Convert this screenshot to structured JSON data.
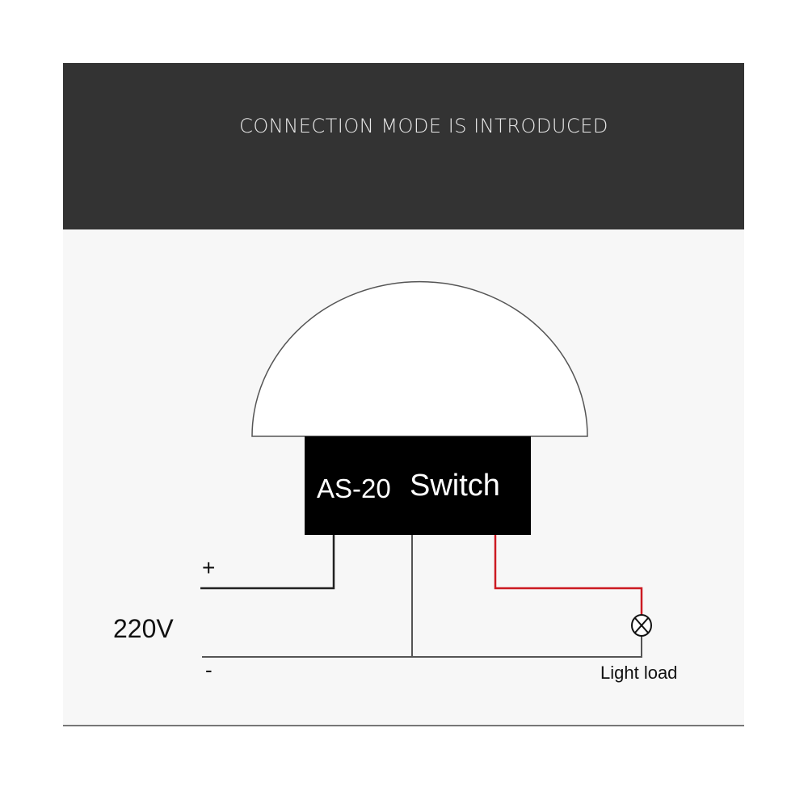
{
  "header": {
    "title": "CONNECTION MODE IS INTRODUCED"
  },
  "diagram": {
    "device_model": "AS-20",
    "device_label": "Switch",
    "plus_label": "+",
    "minus_label": "-",
    "voltage_label": "220V",
    "load_label": "Light load",
    "load_wire_color": "#cc1a22",
    "wire_color": "#333333"
  }
}
